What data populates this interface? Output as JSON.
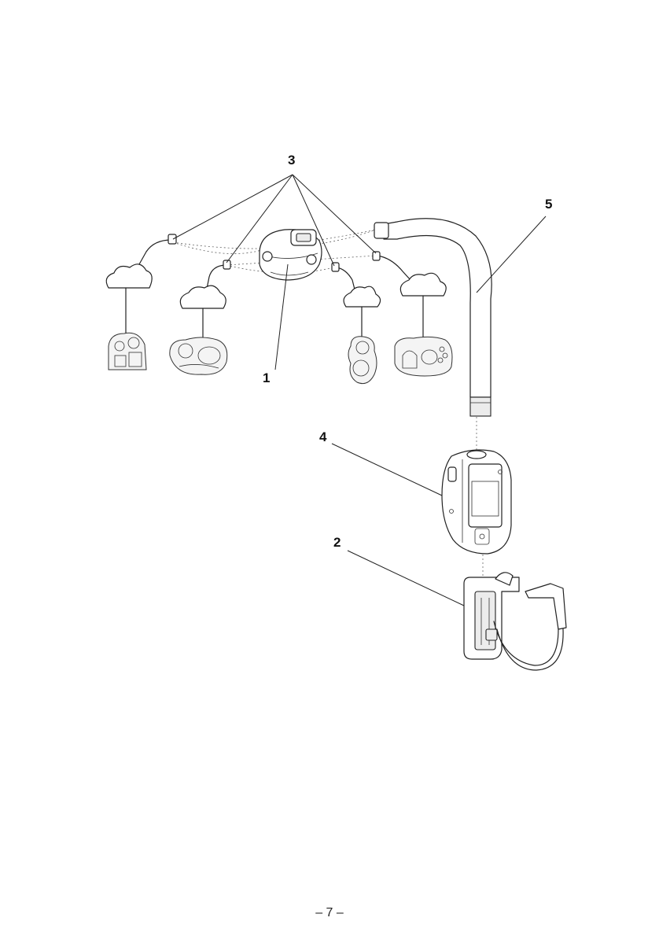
{
  "callouts": [
    {
      "id": "1",
      "label": "1"
    },
    {
      "id": "2",
      "label": "2"
    },
    {
      "id": "3",
      "label": "3"
    },
    {
      "id": "4",
      "label": "4"
    },
    {
      "id": "5",
      "label": "5"
    }
  ],
  "page_number": "– 7 –"
}
